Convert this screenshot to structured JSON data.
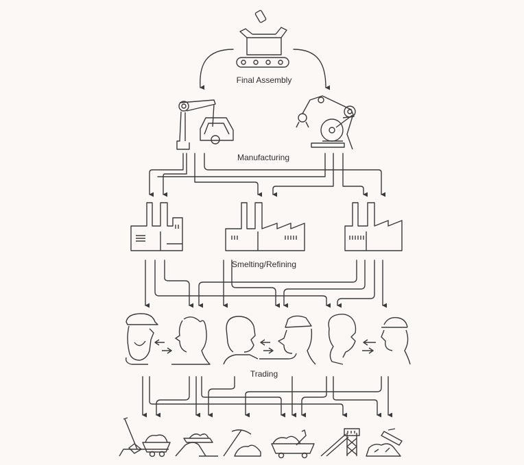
{
  "stages": {
    "final_assembly": "Final Assembly",
    "manufacturing": "Manufacturing",
    "smelting": "Smelting/Refining",
    "trading": "Trading"
  },
  "colors": {
    "background": "#fcf8f5",
    "stroke": "#3a3a3a"
  }
}
